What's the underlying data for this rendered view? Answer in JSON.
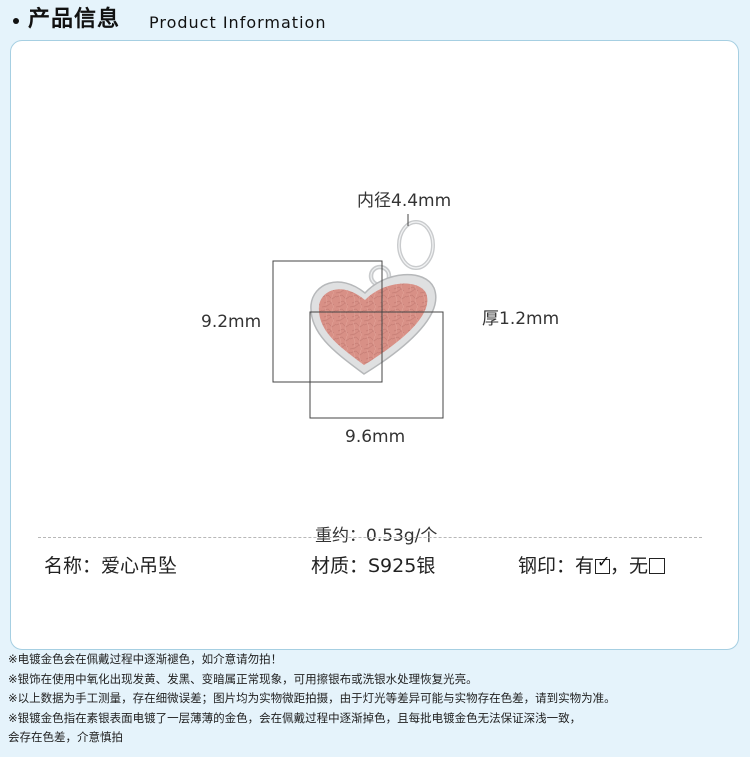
{
  "header": {
    "title_cn": "产品信息",
    "title_en": "Product Information"
  },
  "product": {
    "inner_diameter": "内径4.4mm",
    "height": "9.2mm",
    "thickness": "厚1.2mm",
    "width": "9.6mm",
    "weight": "重约：0.53g/个"
  },
  "specs": {
    "name": "名称：爱心吊坠",
    "material": "材质：S925银",
    "stamp_label": "钢印：有",
    "stamp_none": "，无"
  },
  "notes": [
    "※电镀金色会在佩戴过程中逐渐褪色，如介意请勿拍！",
    "※银饰在使用中氧化出现发黄、发黑、变暗属正常现象，可用擦银布或洗银水处理恢复光亮。",
    "※以上数据为手工测量，存在细微误差；图片均为实物微距拍摄，由于灯光等差异可能与实物存在色差，请到实物为准。",
    "※银镀金色指在素银表面电镀了一层薄薄的金色，会在佩戴过程中逐渐掉色，且每批电镀金色无法保证深浅一致，",
    "会存在色差，介意慎拍"
  ],
  "colors": {
    "page_background": "#e5f3fb",
    "card_border": "#a6cfe2",
    "enamel": "#d89086",
    "silver": "#c9cbcd"
  },
  "icons": [
    "checkbox-checked-icon",
    "checkbox-empty-icon"
  ]
}
